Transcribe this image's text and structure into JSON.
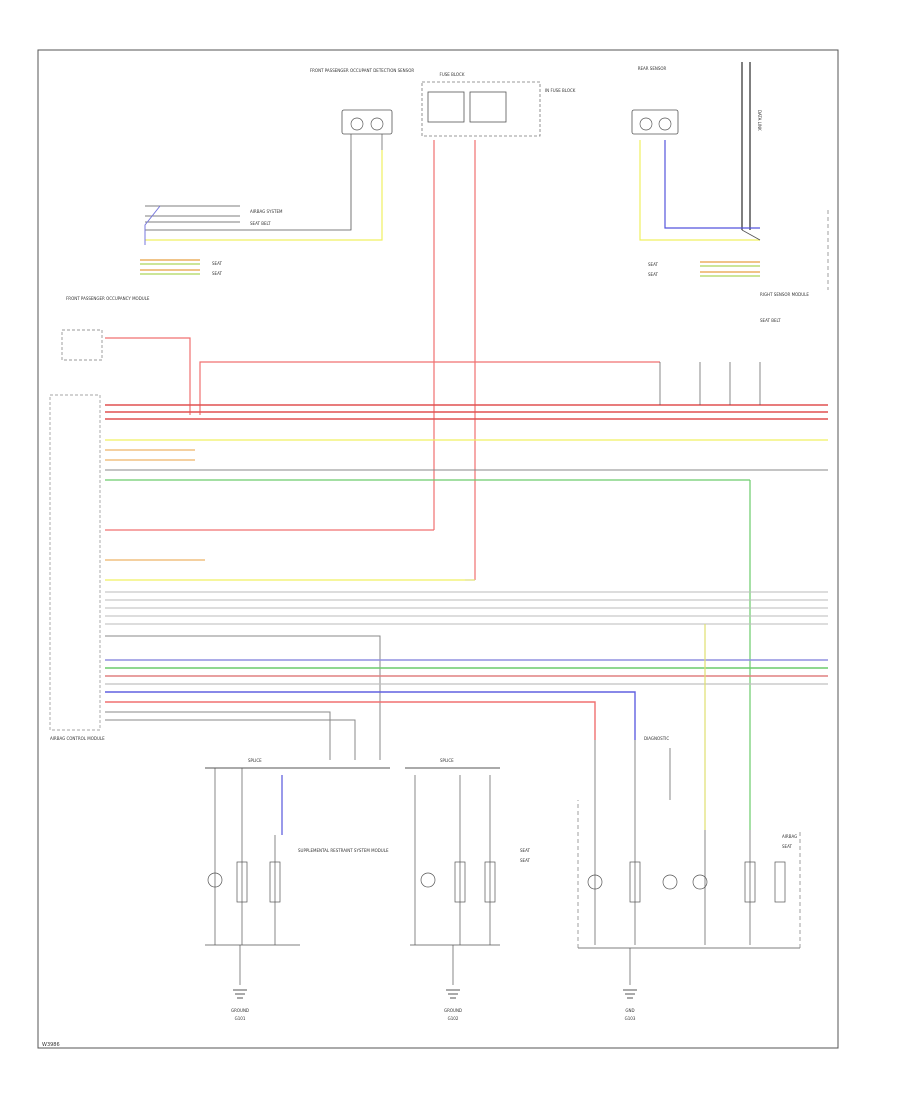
{
  "diagram": {
    "footer_code": "W3986",
    "components": {
      "front_sensor": "FRONT PASSENGER OCCUPANT DETECTION SENSOR",
      "fuse_block": "FUSE BLOCK",
      "fuse_block_sub": "IN FUSE BLOCK",
      "rear_sensor": "REAR SENSOR",
      "front_module": "FRONT PASSENGER OCCUPANCY MODULE",
      "left_module": "SUPPLEMENTAL RESTRAINT SYSTEM MODULE",
      "control_module": "AIRBAG CONTROL MODULE",
      "right_module": "RIGHT SENSOR MODULE",
      "right_module_sub": "SEAT BELT",
      "junction_1": "SPLICE",
      "junction_2": "SPLICE",
      "diagnostic_label": "DIAGNOSTIC",
      "left_ground": "GROUND",
      "left_ground_sub": "G101",
      "mid_ground": "GROUND",
      "mid_ground_sub": "G102",
      "right_ground": "GND",
      "right_ground_sub": "G103",
      "data_link": "DATA LINK",
      "link_left_1": "AIRBAG SYSTEM",
      "link_left_2": "SEAT BELT",
      "link_right_1": "AIRBAG",
      "link_right_2": "SEAT",
      "seat_left_1": "SEAT",
      "seat_left_2": "SEAT",
      "seat_mid_1": "SEAT",
      "seat_mid_2": "SEAT",
      "seat_right_1": "SEAT",
      "seat_right_2": "SEAT"
    }
  }
}
